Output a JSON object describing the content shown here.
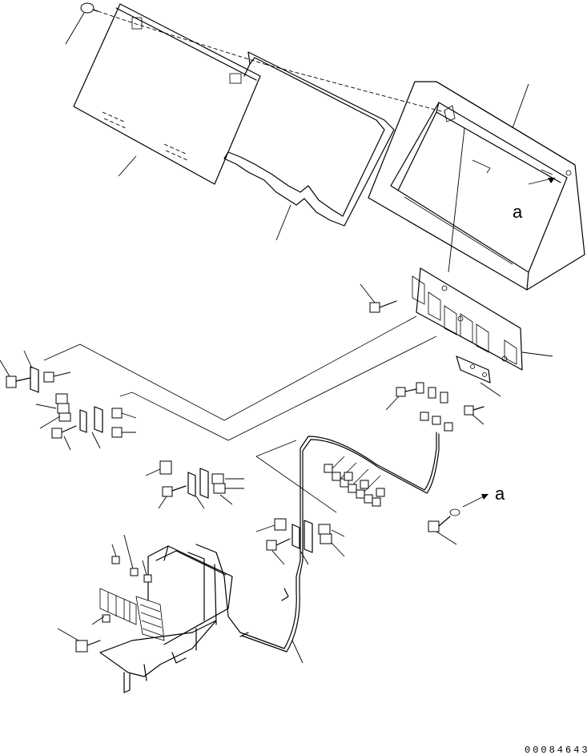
{
  "diagram": {
    "drawing_number": "00084643",
    "reference_letter_top": "a",
    "reference_letter_bottom": "a"
  }
}
